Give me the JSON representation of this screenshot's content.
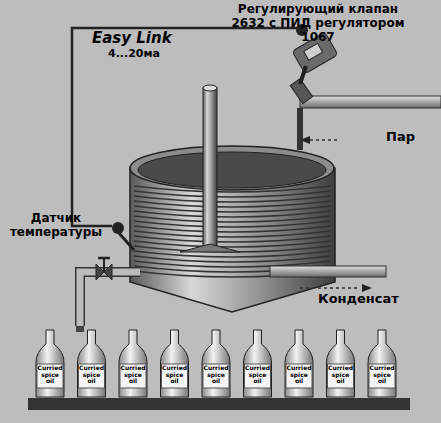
{
  "diagram": {
    "labels": [
      "Регулирующий клапан 2632 с ПИД регулятором 1067",
      "Easy Link",
      "4...20ма",
      "Пар",
      "Датчик температуры",
      "Конденсат",
      "Curried spice oil",
      "Curried spice oil",
      "Curried spice oil",
      "Curried spice oil",
      "Curried spice oil",
      "Curried spice oil",
      "Curried spice oil",
      "Curried spice oil",
      "Curried spice oil"
    ]
  }
}
